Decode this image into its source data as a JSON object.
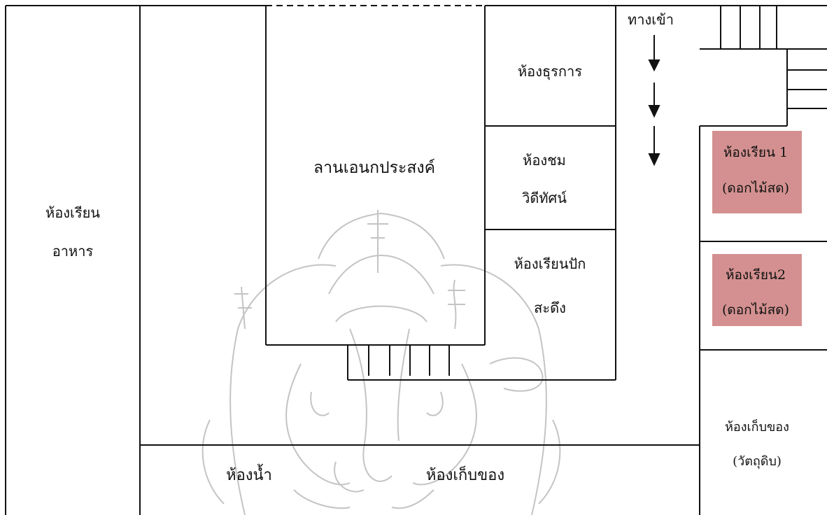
{
  "colors": {
    "line": "#111111",
    "highlight": "#d49090",
    "watermark": "#bdbdbd",
    "background": "#ffffff"
  },
  "rooms": {
    "cooking_line1": "ห้องเรียน",
    "cooking_line2": "อาหาร",
    "courtyard": "ลานเอนกประสงค์",
    "office": "ห้องธุรการ",
    "video_line1": "ห้องชม",
    "video_line2": "วิดีทัศน์",
    "embroidery_line1": "ห้องเรียนปัก",
    "embroidery_line2": "สะดึง",
    "entrance": "ทางเข้า",
    "class1_line1": "ห้องเรียน 1",
    "class1_line2": "(ดอกไม้สด)",
    "class2_line1": "ห้องเรียน2",
    "class2_line2": "(ดอกไม้สด)",
    "rawstore_line1": "ห้องเก็บของ",
    "rawstore_line2": "(วัตถุดิบ)",
    "restroom": "ห้องน้ำ",
    "storage": "ห้องเก็บของ"
  },
  "watermark_icon": "ganesha-emblem-icon"
}
